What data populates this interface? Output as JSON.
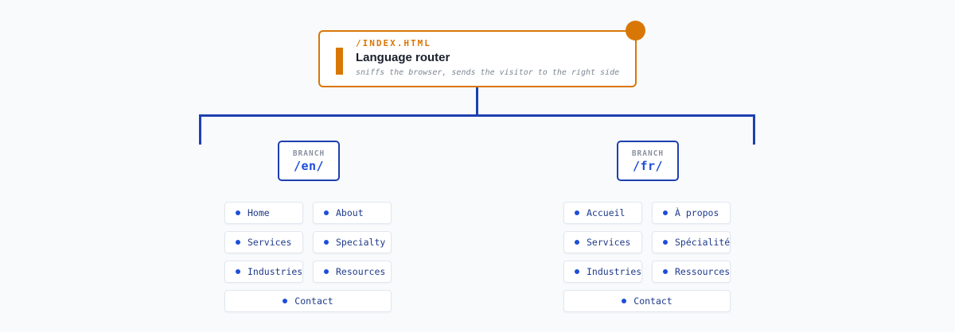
{
  "router": {
    "path": "/INDEX.HTML",
    "title": "Language router",
    "subtitle": "sniffs the browser, sends the visitor to the right side"
  },
  "branches": [
    {
      "label": "BRANCH",
      "path": "/en/",
      "items": [
        "Home",
        "About",
        "Services",
        "Specialty",
        "Industries",
        "Resources"
      ],
      "footer_item": "Contact"
    },
    {
      "label": "BRANCH",
      "path": "/fr/",
      "items": [
        "Accueil",
        "À propos",
        "Services",
        "Spécialité",
        "Industries",
        "Ressources"
      ],
      "footer_item": "Contact"
    }
  ],
  "colors": {
    "background": "#f8fafc",
    "accent_orange": "#d97706",
    "connector_blue": "#1e40af",
    "link_blue": "#1d4ed8",
    "nav_text_navy": "#1e3a8a",
    "title_dark": "#1a202c",
    "subtitle_gray": "#7d8694",
    "branch_label_gray": "#8b93a2",
    "item_border_gray": "#e2e8f0"
  }
}
